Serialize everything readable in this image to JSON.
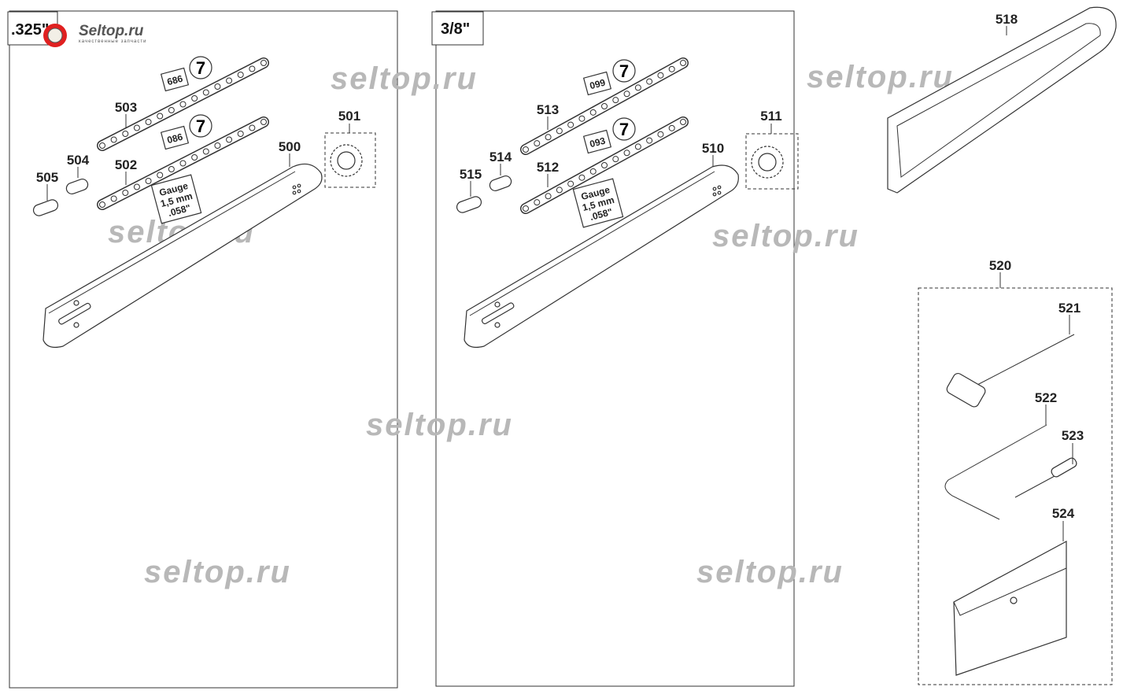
{
  "panels": {
    "pitch_325": ".325\"",
    "pitch_38": "3/8\""
  },
  "logo": {
    "text": "Seltop.ru",
    "tagline": "качественные запчасти"
  },
  "watermark": "seltop.ru",
  "tags": {
    "chain_503_code": "686",
    "chain_502_code": "086",
    "chain_513_code": "099",
    "chain_512_code": "093",
    "badge": "7",
    "gauge_line1": "Gauge",
    "gauge_line2": "1,5 mm",
    "gauge_line3": ".058\""
  },
  "parts": {
    "p500": "500",
    "p501": "501",
    "p502": "502",
    "p503": "503",
    "p504": "504",
    "p505": "505",
    "p510": "510",
    "p511": "511",
    "p512": "512",
    "p513": "513",
    "p514": "514",
    "p515": "515",
    "p518": "518",
    "p520": "520",
    "p521": "521",
    "p522": "522",
    "p523": "523",
    "p524": "524"
  }
}
